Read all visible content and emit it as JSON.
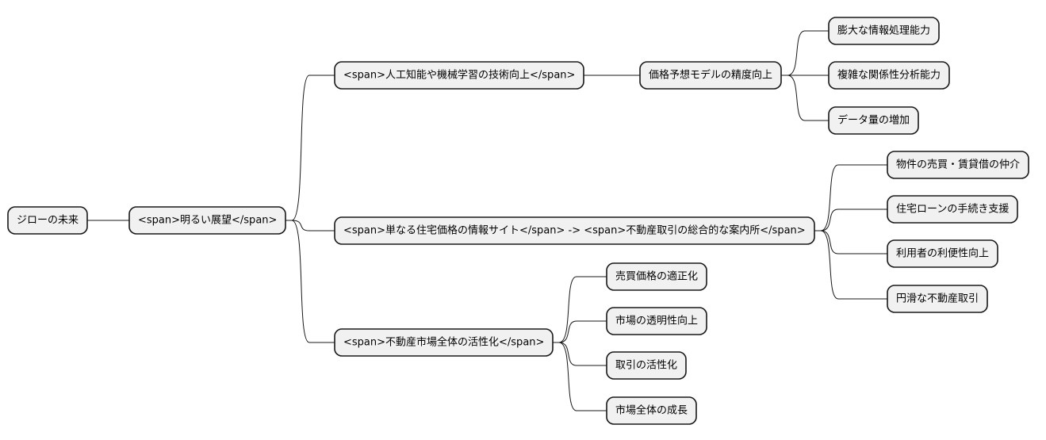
{
  "mindmap": {
    "root": {
      "id": "root",
      "label": "ジローの未来",
      "children": [
        {
          "id": "bright",
          "label": "<span>明るい展望</span>",
          "children": [
            {
              "id": "ai",
              "label": "<span>人工知能や機械学習の技術向上</span>",
              "children": [
                {
                  "id": "accuracy",
                  "label": "価格予想モデルの精度向上",
                  "children": [
                    {
                      "id": "processing",
                      "label": "膨大な情報処理能力",
                      "children": []
                    },
                    {
                      "id": "analysis",
                      "label": "複雑な関係性分析能力",
                      "children": []
                    },
                    {
                      "id": "data",
                      "label": "データ量の増加",
                      "children": []
                    }
                  ]
                }
              ]
            },
            {
              "id": "portal",
              "label": "<span>単なる住宅価格の情報サイト</span> -> <span>不動産取引の総合的な案内所</span>",
              "children": [
                {
                  "id": "brokerage",
                  "label": "物件の売買・賃貸借の仲介",
                  "children": []
                },
                {
                  "id": "loan",
                  "label": "住宅ローンの手続き支援",
                  "children": []
                },
                {
                  "id": "convenience",
                  "label": "利用者の利便性向上",
                  "children": []
                },
                {
                  "id": "smooth",
                  "label": "円滑な不動産取引",
                  "children": []
                }
              ]
            },
            {
              "id": "market",
              "label": "<span>不動産市場全体の活性化</span>",
              "children": [
                {
                  "id": "pricing",
                  "label": "売買価格の適正化",
                  "children": []
                },
                {
                  "id": "transparency",
                  "label": "市場の透明性向上",
                  "children": []
                },
                {
                  "id": "activation",
                  "label": "取引の活性化",
                  "children": []
                },
                {
                  "id": "growth",
                  "label": "市場全体の成長",
                  "children": []
                }
              ]
            }
          ]
        }
      ]
    }
  },
  "colors": {
    "node_fill": "#f1f1f1",
    "node_stroke": "#181818",
    "edge": "#181818",
    "text": "#000000",
    "background": "#ffffff"
  }
}
